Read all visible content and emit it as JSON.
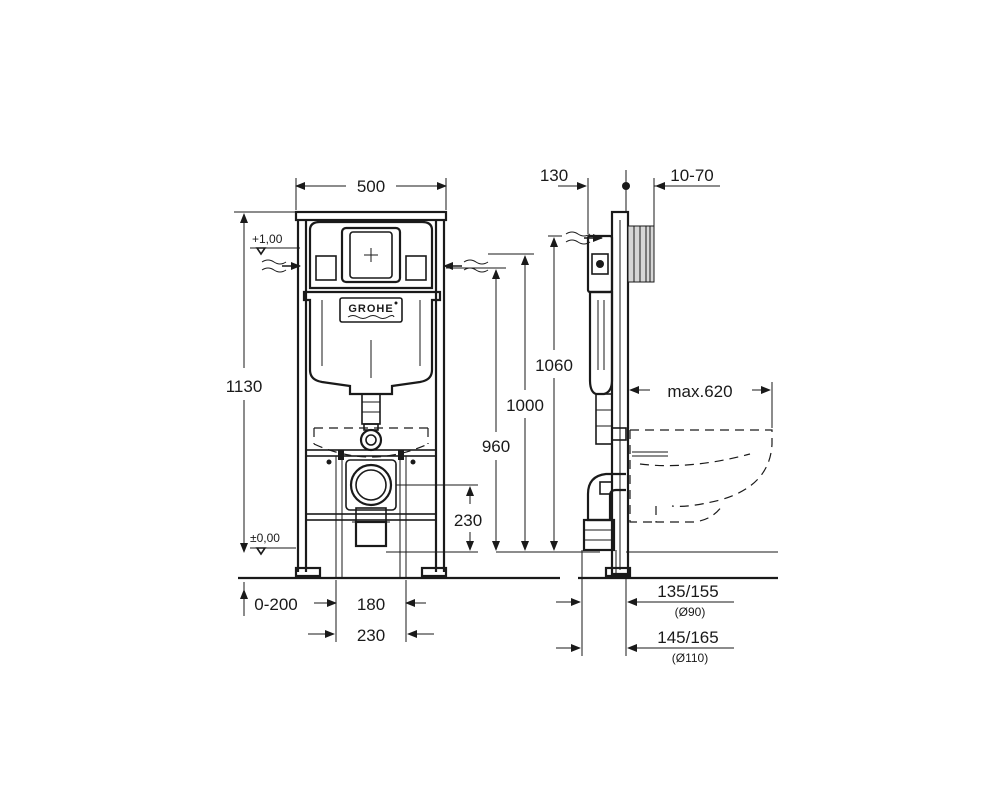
{
  "front_view": {
    "width": "500",
    "total_height": "1130",
    "level_top": "+1,00",
    "level_bottom": "±0,00",
    "height_960": "960",
    "height_1000": "1000",
    "height_1060": "1060",
    "outlet_height": "230",
    "offset": "0-200",
    "pipe_center_spacing": "180",
    "bolt_spacing": "230",
    "brand_logo": "GROHE"
  },
  "side_view": {
    "depth_top": "130",
    "wall_depth": "10-70",
    "max_projection": "max.620",
    "outlet_depth_90": "135/155",
    "outlet_diameter_90": "(Ø90)",
    "outlet_depth_110": "145/165",
    "outlet_diameter_110": "(Ø110)"
  }
}
